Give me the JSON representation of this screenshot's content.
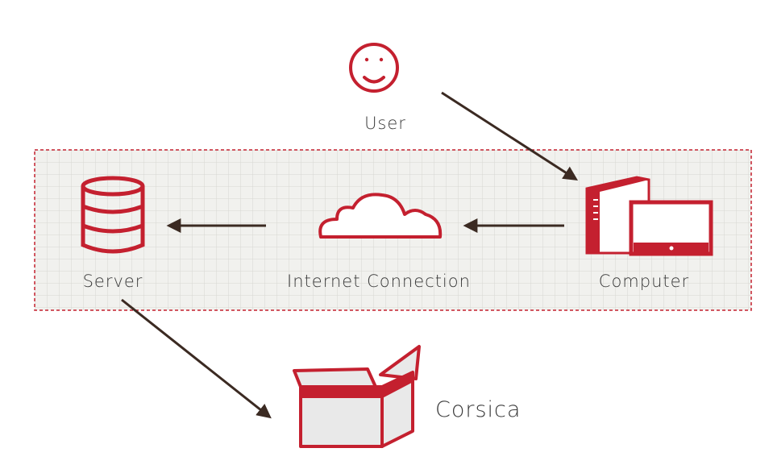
{
  "nodes": {
    "user": {
      "label": "User",
      "icon": "smiley-face-icon"
    },
    "computer": {
      "label": "Computer",
      "icon": "desktop-computer-icon"
    },
    "internet": {
      "label": "Internet Connection",
      "icon": "cloud-icon"
    },
    "server": {
      "label": "Server",
      "icon": "database-icon"
    },
    "corsica": {
      "label": "Corsica",
      "icon": "open-box-icon"
    }
  },
  "edges": [
    {
      "from": "user",
      "to": "computer"
    },
    {
      "from": "computer",
      "to": "internet"
    },
    {
      "from": "internet",
      "to": "server"
    },
    {
      "from": "server",
      "to": "corsica"
    }
  ],
  "colors": {
    "accent": "#c4202f",
    "arrow": "#3b2a22",
    "grid_bg": "#f1f1ee",
    "grid_line": "#d6d6d2",
    "box_fill": "#e9e9e9"
  }
}
